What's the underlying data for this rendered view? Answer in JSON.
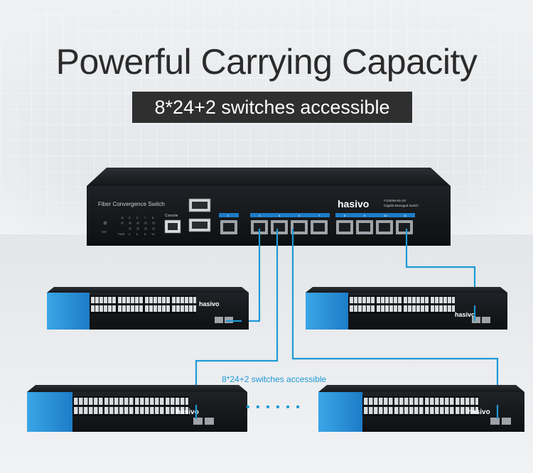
{
  "headline": "Powerful Carrying Capacity",
  "subheadline": "8*24+2 switches accessible",
  "main_switch": {
    "model_label": "Fiber Convergence Switch",
    "brand": "hasivo",
    "model_code": "F1200W-8S-2G",
    "model_desc": "Gigabit Managed Switch",
    "console_label": "Console",
    "reset_label": "RST",
    "pwr_label": "PWR",
    "led_top": [
      "11",
      "5",
      "5",
      "7",
      "8"
    ],
    "led_bottom": [
      "4",
      "6",
      "8",
      "10"
    ],
    "port_numbers": [
      "3",
      "4",
      "5",
      "6",
      "7",
      "8",
      "9",
      "10",
      "11"
    ]
  },
  "sub_switch_brand": "hasivo",
  "annotation": "8*24+2  switches accessible",
  "ellipsis": "• • • • • •",
  "colors": {
    "cable": "#1e9ad6",
    "switch_body": "#1a1c20",
    "port_label_bg": "#1d7cc7"
  }
}
